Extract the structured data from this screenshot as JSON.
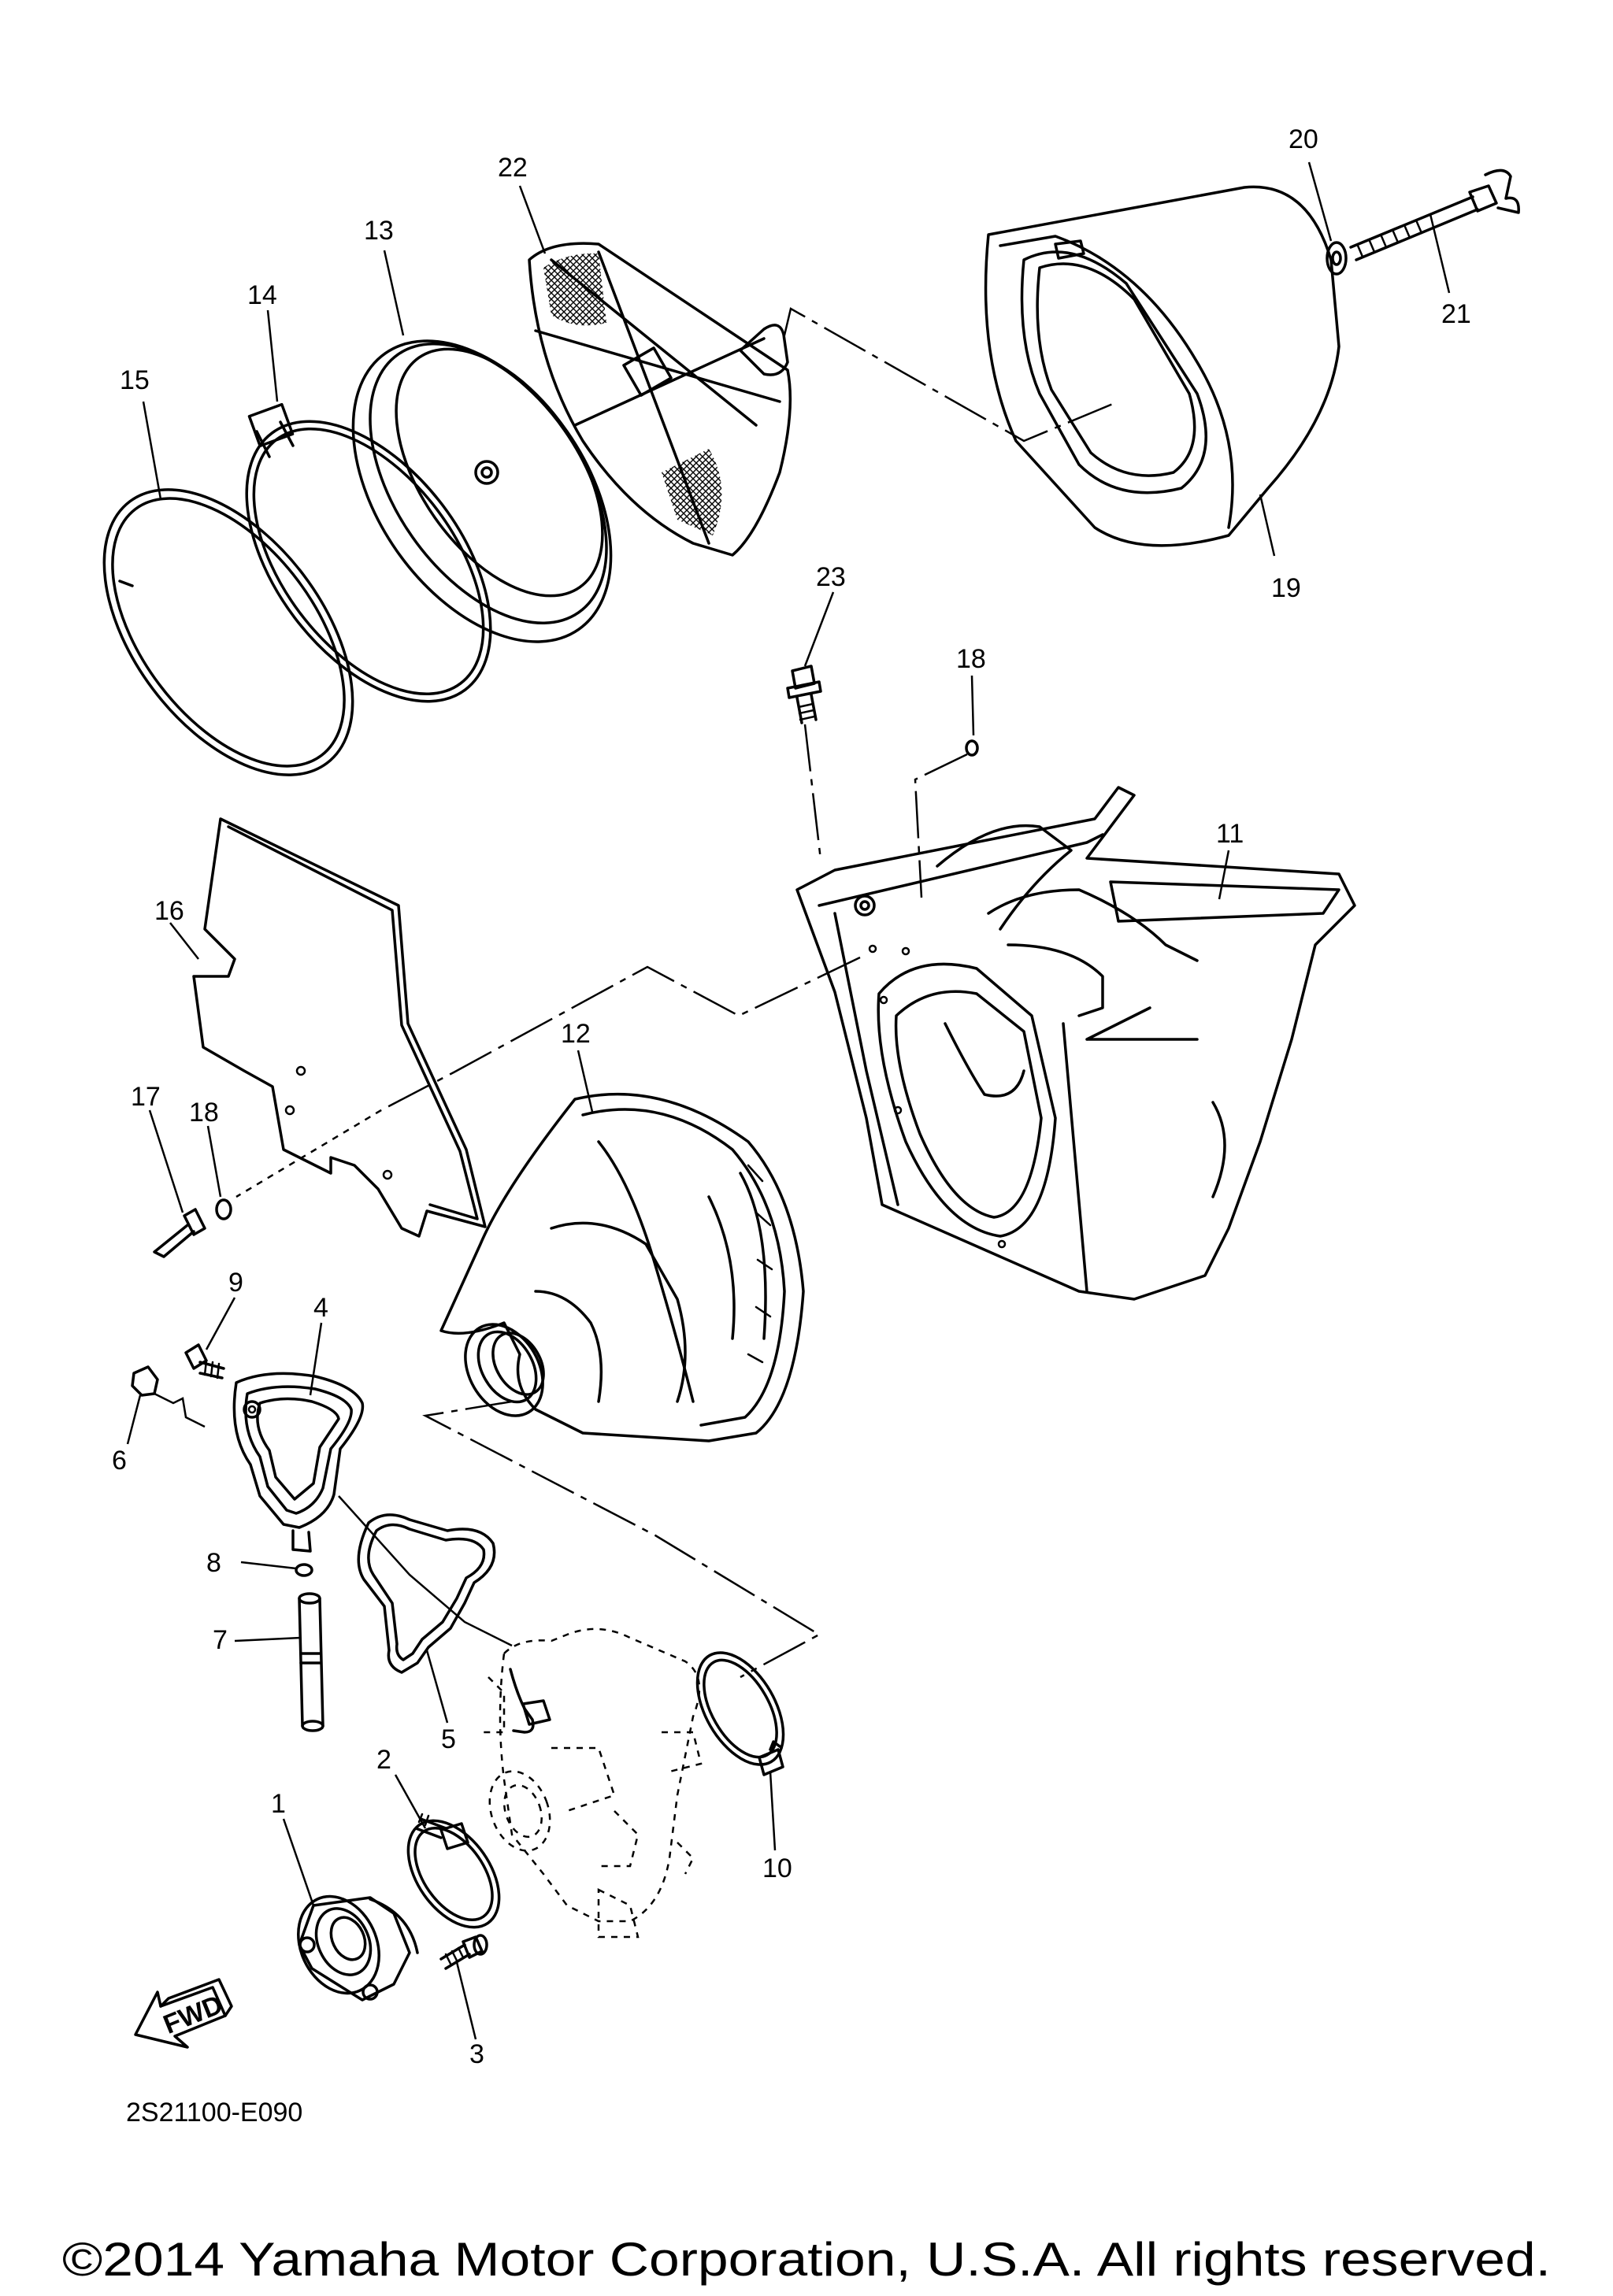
{
  "diagram": {
    "callouts": [
      "1",
      "2",
      "3",
      "4",
      "5",
      "6",
      "7",
      "8",
      "9",
      "10",
      "11",
      "12",
      "13",
      "14",
      "15",
      "16",
      "17",
      "18",
      "18",
      "19",
      "20",
      "21",
      "22",
      "23"
    ],
    "part_code": "2S21100-E090",
    "fwd_label": "FWD",
    "copyright": "©2014 Yamaha Motor Corporation, U.S.A. All rights reserved."
  }
}
